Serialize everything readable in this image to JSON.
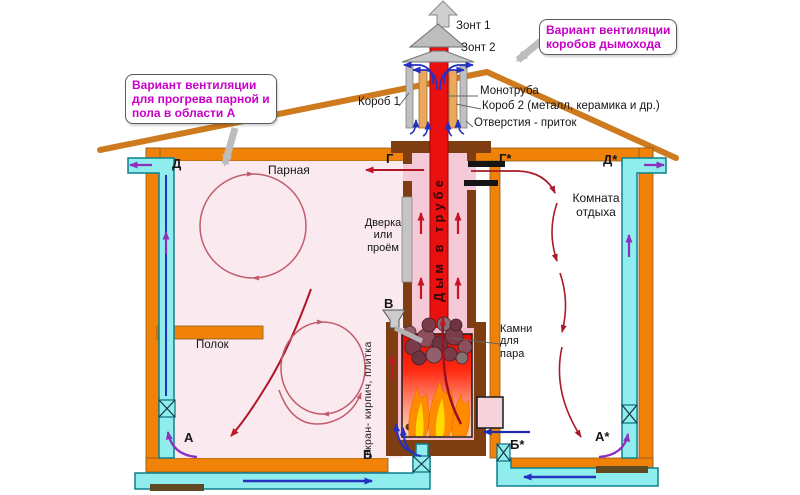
{
  "callout_left": {
    "line1": "Вариант вентиляции",
    "line2": "для прогрева парной и",
    "line3": "пола  в области А"
  },
  "callout_right": {
    "line1": "Вариант вентиляции",
    "line2": "коробов дымохода"
  },
  "chimney": {
    "zont1": "Зонт 1",
    "zont2": "Зонт 2",
    "korob1": "Короб 1",
    "monotruba": "Монотруба",
    "korob2": "Короб 2 (металл, керамика и др.)",
    "otverstiya": "Отверстия - приток",
    "smoke_in_pipe": "Дым в трубе"
  },
  "steam_room": {
    "name": "Парная",
    "bench": "Полок",
    "door_line1": "Дверка",
    "door_line2": "или",
    "door_line3": "проём",
    "screen": "Экран- кирпич, плитка"
  },
  "rest_room": {
    "name_line1": "Комната",
    "name_line2": "отдыха"
  },
  "stove": {
    "stones_line1": "Камни",
    "stones_line2": "для",
    "stones_line3": "пара"
  },
  "points": {
    "a": "А",
    "a_star": "А*",
    "b": "Б",
    "b_star": "Б*",
    "v": "В",
    "g": "Г",
    "g_star": "Г*",
    "d": "Д",
    "d_star": "Д*"
  },
  "colors": {
    "wall_orange": "#F08307",
    "roof_orange": "#CE7A1E",
    "casing_brown": "#7E3E12",
    "pipe_red": "#EA1010",
    "duct_cyan": "#8FEDEE",
    "flow_blue": "#2330C0",
    "flow_purple": "#8F2FBF",
    "flow_dark_red": "#A81A28",
    "callout_magenta": "#C800C8"
  }
}
